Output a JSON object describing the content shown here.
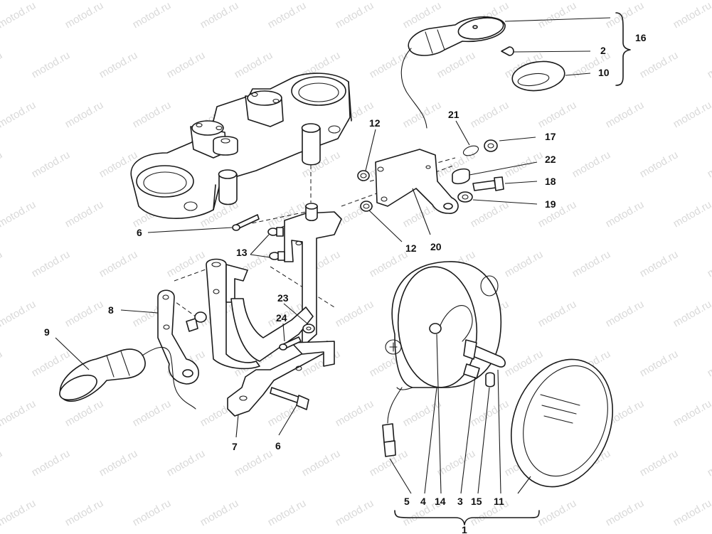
{
  "watermark": "motod.ru",
  "callouts": {
    "c1": "1",
    "c2": "2",
    "c3": "3",
    "c4": "4",
    "c5": "5",
    "c6a": "6",
    "c6b": "6",
    "c7": "7",
    "c8": "8",
    "c9": "9",
    "c10": "10",
    "c11": "11",
    "c12a": "12",
    "c12b": "12",
    "c13": "13",
    "c14": "14",
    "c15": "15",
    "c16": "16",
    "c17": "17",
    "c18": "18",
    "c19": "19",
    "c20": "20",
    "c21": "21",
    "c22": "22",
    "c23": "23",
    "c24": "24"
  }
}
